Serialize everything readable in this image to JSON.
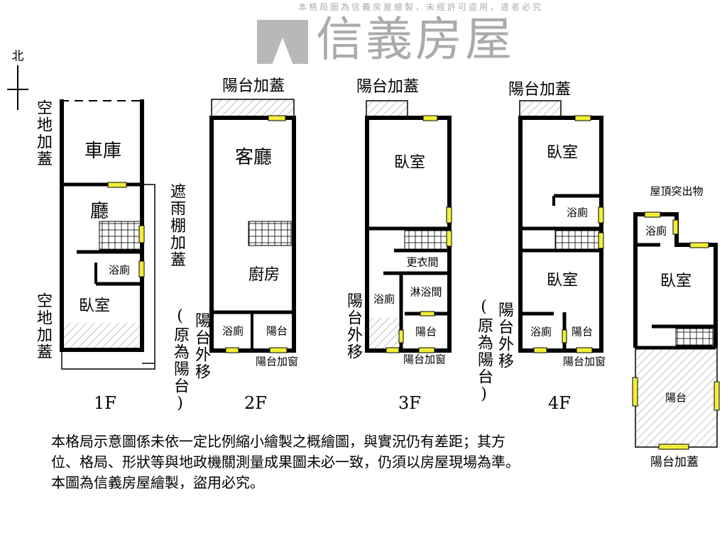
{
  "compass": {
    "label": "北"
  },
  "floors": {
    "f1": {
      "name": "1F",
      "garage": "車庫",
      "hall": "廳",
      "bath": "浴廁",
      "bedroom": "臥室",
      "left_top": "空地加蓋",
      "left_bottom": "空地加蓋",
      "awning": "遮雨棚加蓋"
    },
    "f2": {
      "name": "2F",
      "balcony_top": "陽台加蓋",
      "living": "客廳",
      "kitchen": "廚房",
      "bath": "浴廁",
      "balcony": "陽台",
      "moved": "陽台外移",
      "orig": "(原為陽台)",
      "window": "陽台加窗"
    },
    "f3": {
      "name": "3F",
      "balcony_top": "陽台加蓋",
      "bedroom": "臥室",
      "closet": "更衣間",
      "shower": "淋浴間",
      "bath": "浴廁",
      "balcony": "陽台",
      "moved": "陽台外移",
      "window": "陽台加窗"
    },
    "f4": {
      "name": "4F",
      "balcony_top": "陽台加蓋",
      "bedroom1": "臥室",
      "bath1": "浴廁",
      "bedroom2": "臥室",
      "bath2": "浴廁",
      "balcony": "陽台",
      "moved": "陽台外移",
      "orig": "(原為陽台)",
      "window": "陽台加窗"
    },
    "roof": {
      "name": "屋頂突出物",
      "bath": "浴廁",
      "bedroom": "臥室",
      "balcony": "陽台",
      "balcony_bottom": "陽台加蓋"
    }
  },
  "watermark": {
    "brand": "信義房屋",
    "notice": "本格局圖為信義房屋繪製，未經許可盜用，違者必究"
  },
  "disclaimer": {
    "line1": "本格局示意圖係未依一定比例縮小繪製之概繪圖，與實況仍有差距；其方",
    "line2": "位、格局、形狀等與地政機關測量成果圖未必一致，仍須以房屋現場為準。",
    "line3": "本圖為信義房屋繪製，盜用必究。"
  },
  "colors": {
    "wall": "#000000",
    "window": "#f2ef3a",
    "hatch": "#999999",
    "watermark": "#8f8f8f"
  }
}
